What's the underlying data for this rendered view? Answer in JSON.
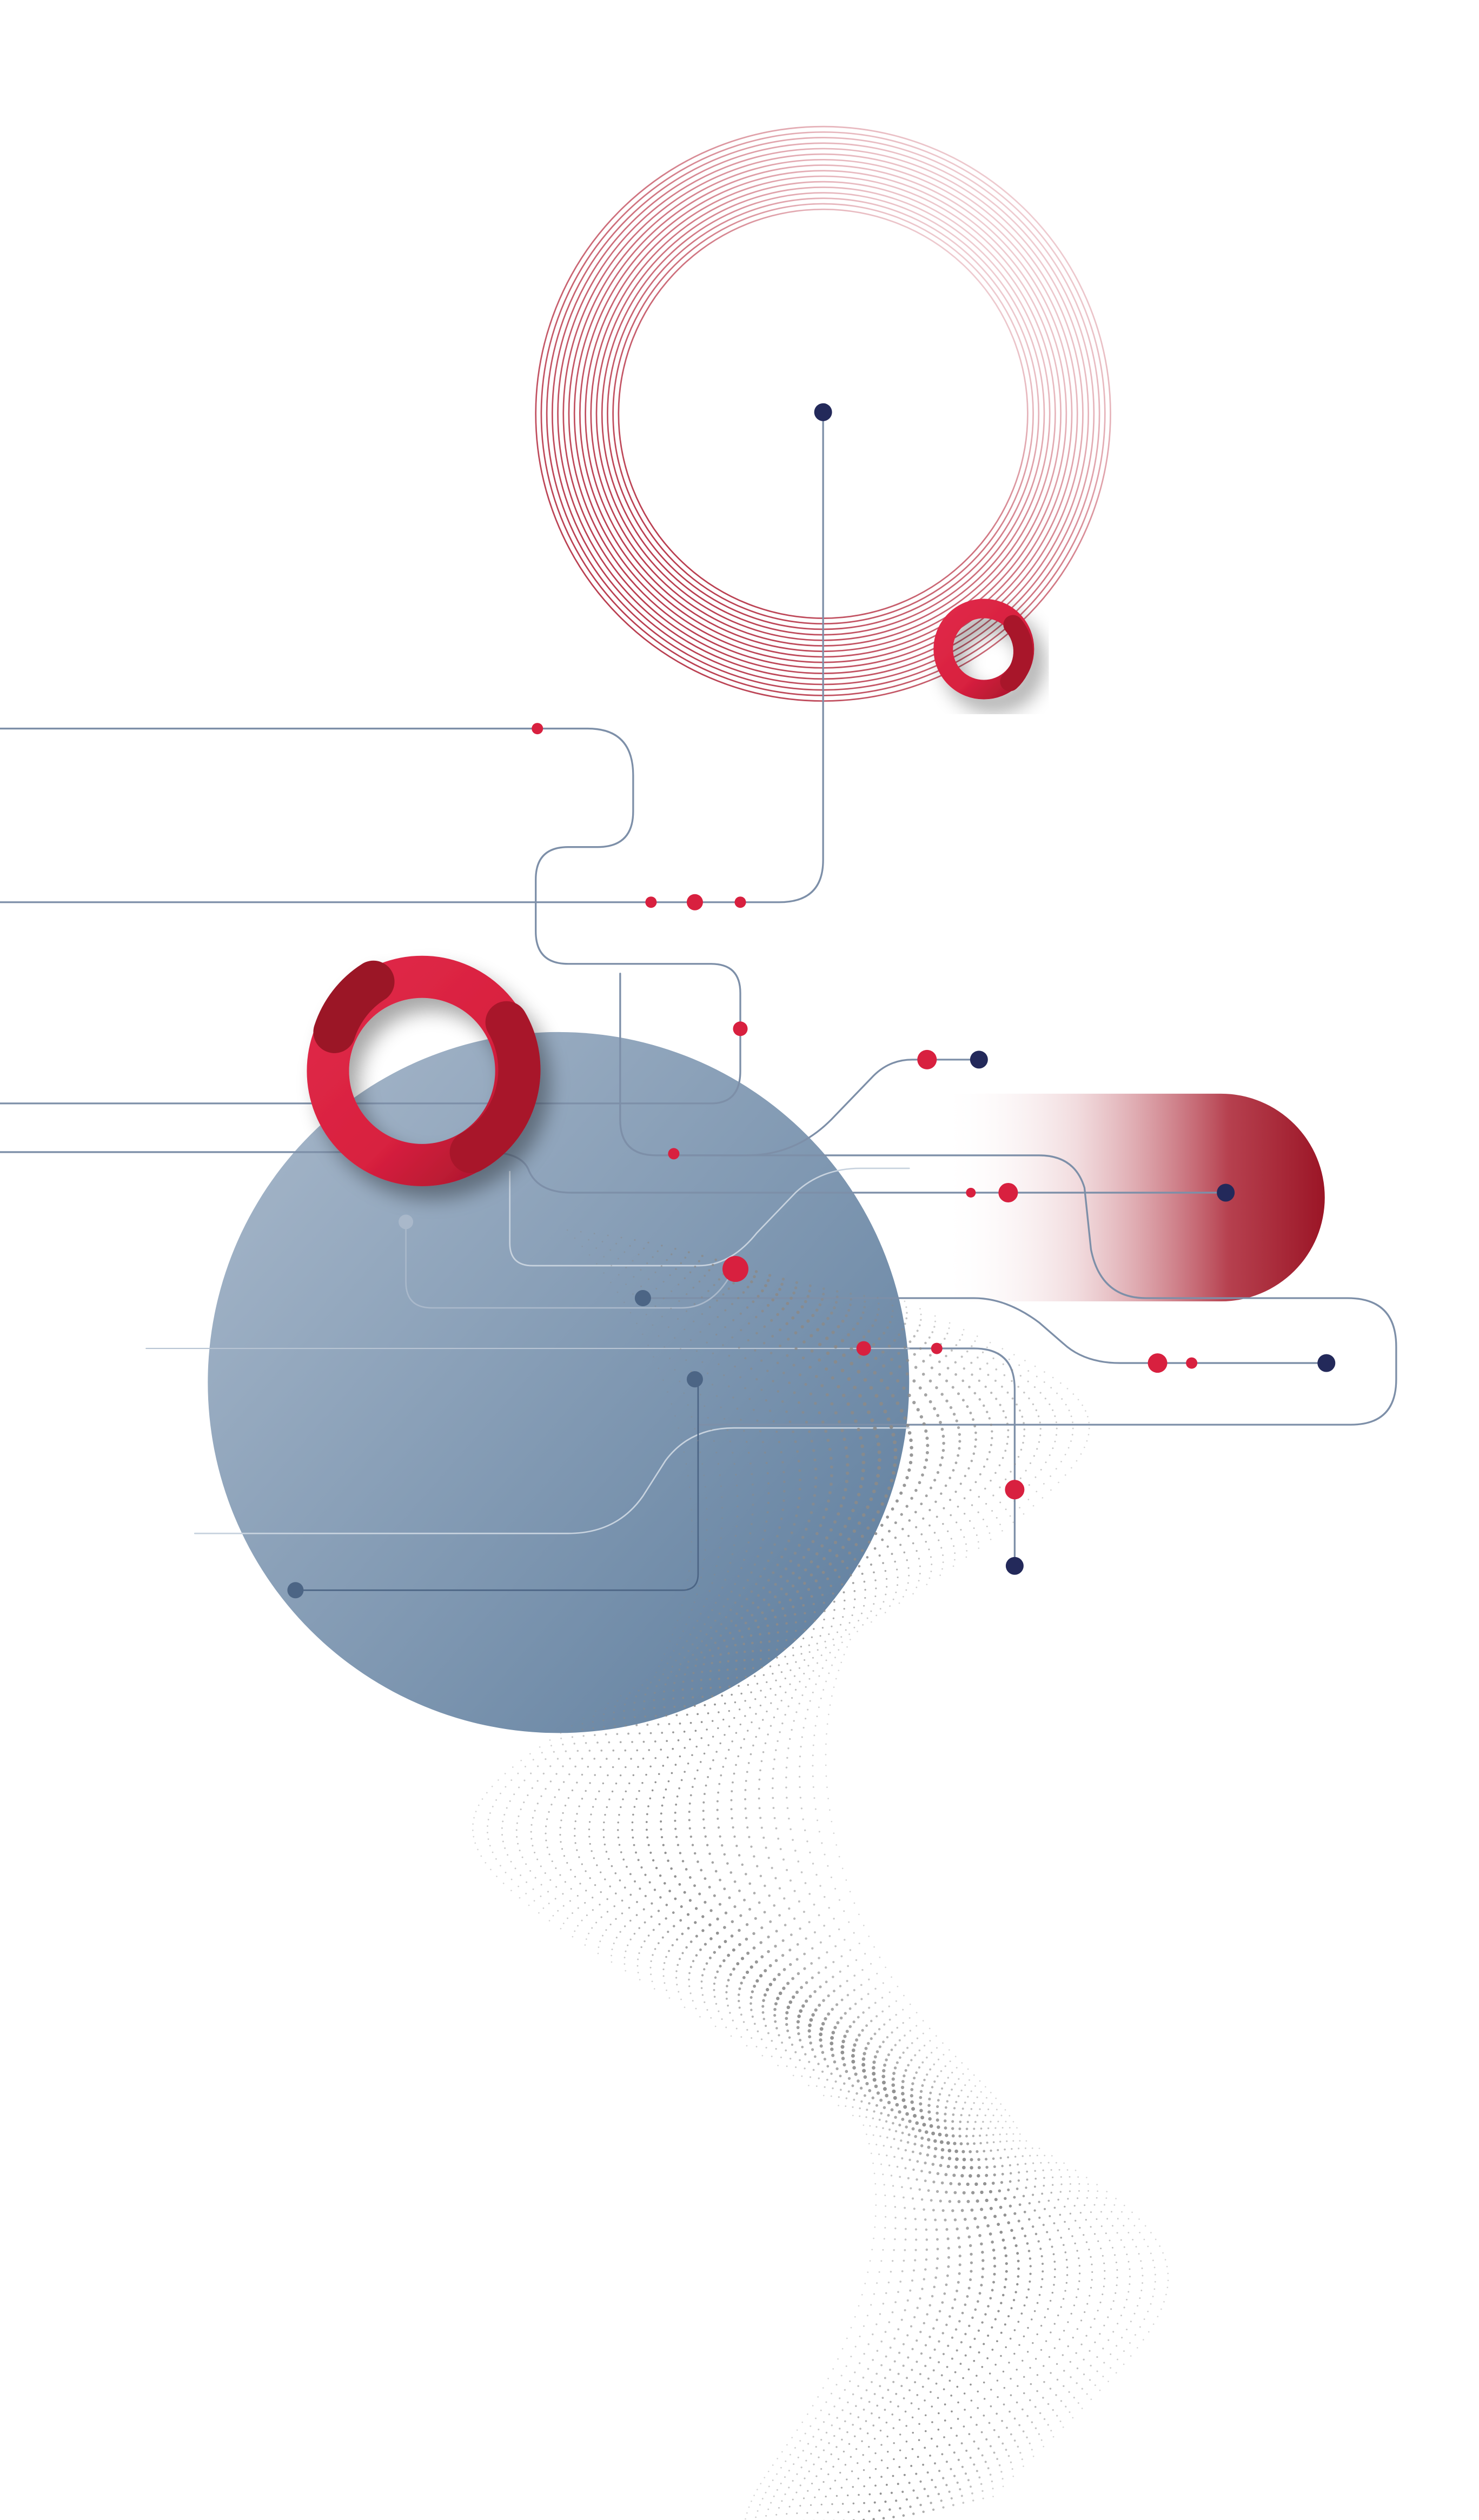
{
  "artwork": {
    "background_color": "#ffffff",
    "colors": {
      "crimson": "#d8203f",
      "crimson_dark": "#9b1526",
      "navy": "#23295a",
      "slate_blue": "#7f97b2",
      "slate_blue_dark": "#6a84a3",
      "line_gray_blue": "#7d8fa8",
      "particle_gray": "#8a8a8a",
      "concentric_ring_red": "#b02a3c"
    },
    "elements": [
      "concentric-rings",
      "small-red-ring",
      "large-red-ring",
      "blue-sphere",
      "red-gradient-capsule",
      "circuit-lines",
      "circuit-nodes",
      "particle-wave"
    ]
  }
}
